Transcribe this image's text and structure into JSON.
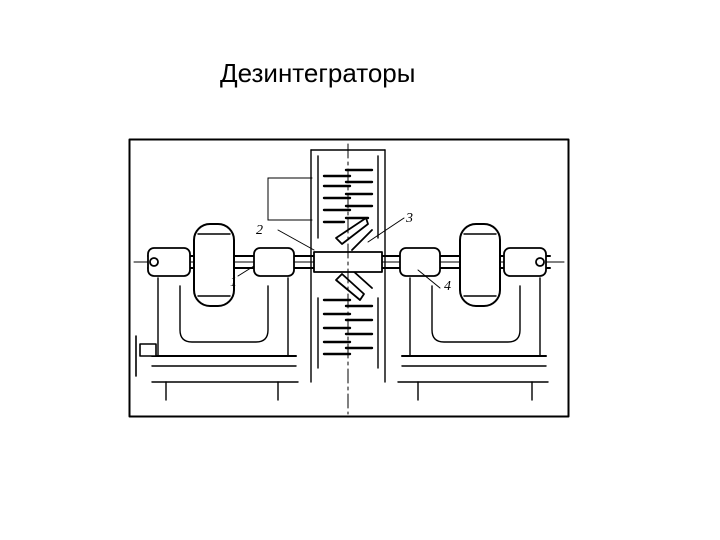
{
  "slide": {
    "title": "Дезинтеграторы"
  },
  "diagram": {
    "callouts": [
      "1",
      "2",
      "3",
      "4"
    ]
  }
}
